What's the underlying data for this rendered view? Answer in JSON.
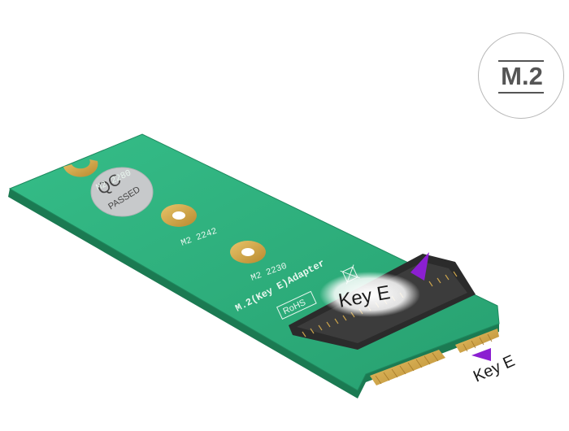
{
  "badge": {
    "label": "M.2"
  },
  "pcb": {
    "qc_text": "QC",
    "passed_text": "PASSED",
    "hole_label_2280": "M2 2280",
    "hole_label_2242": "M2  2242",
    "hole_label_2230": "M2  2230",
    "adapter_label": "M.2(Key E)Adapter",
    "rohs_label": "RoHS"
  },
  "callouts": {
    "socket_key_label": "Key E",
    "edge_key_label": "Key E"
  },
  "colors": {
    "pcb_green": "#2fb07e",
    "pcb_edge": "#1f8a5f",
    "gold": "#d4a84a",
    "key_arrow": "#8b1fd1"
  }
}
